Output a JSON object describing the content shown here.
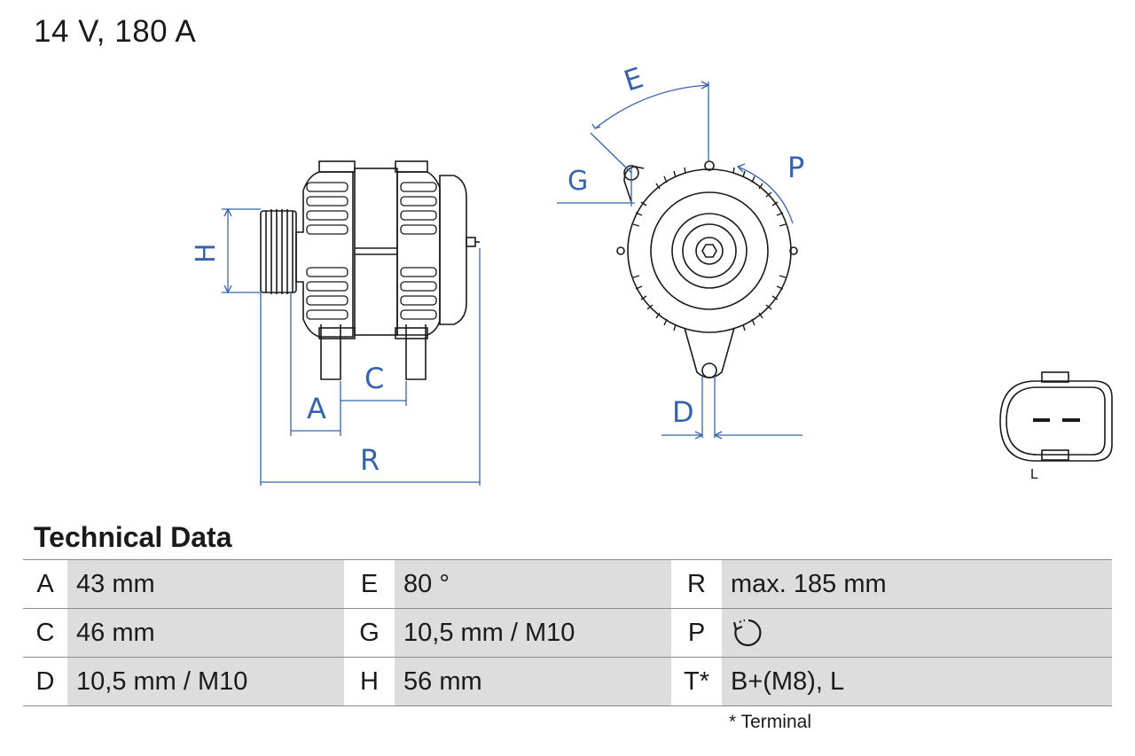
{
  "header": {
    "rating": "14 V, 180 A"
  },
  "diagram": {
    "side_view_labels": {
      "H": "H",
      "C": "C",
      "A": "A",
      "R": "R"
    },
    "front_view_labels": {
      "E": "E",
      "G": "G",
      "P": "P",
      "D": "D"
    },
    "connector": {
      "label": "L"
    },
    "dimension_color": "#3563ae",
    "line_color": "#1a1a1a"
  },
  "technical_data": {
    "title": "Technical Data",
    "rows": [
      {
        "k1": "A",
        "v1": "43 mm",
        "k2": "E",
        "v2": "80 °",
        "k3": "R",
        "v3": "max. 185 mm"
      },
      {
        "k1": "C",
        "v1": "46 mm",
        "k2": "G",
        "v2": "10,5 mm / M10",
        "k3": "P",
        "v3": "",
        "v3_icon": "clockwise-rotation-icon"
      },
      {
        "k1": "D",
        "v1": "10,5 mm / M10",
        "k2": "H",
        "v2": "56 mm",
        "k3": "T*",
        "v3": "B+(M8), L"
      }
    ],
    "footnote": "* Terminal"
  }
}
